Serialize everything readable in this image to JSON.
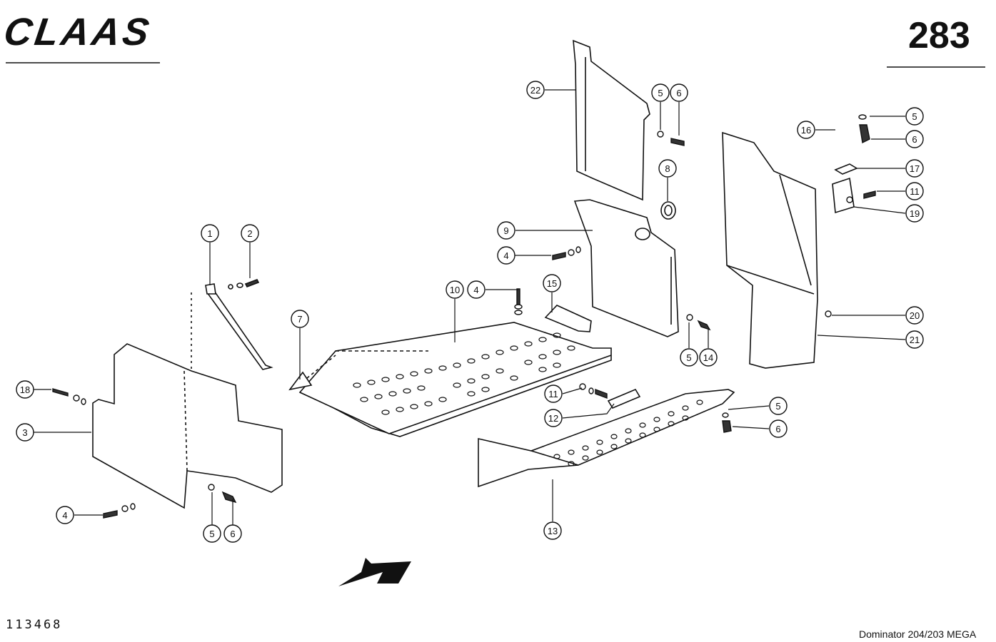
{
  "header": {
    "brand": "CLAAS",
    "page_number": "283"
  },
  "footer": {
    "drawing_number": "113468",
    "model": "Dominator 204/203 MEGA"
  },
  "callouts": [
    {
      "id": "c1",
      "label": "1"
    },
    {
      "id": "c2",
      "label": "2"
    },
    {
      "id": "c3",
      "label": "3"
    },
    {
      "id": "c4a",
      "label": "4"
    },
    {
      "id": "c4b",
      "label": "4"
    },
    {
      "id": "c4c",
      "label": "4"
    },
    {
      "id": "c5a",
      "label": "5"
    },
    {
      "id": "c5b",
      "label": "5"
    },
    {
      "id": "c5c",
      "label": "5"
    },
    {
      "id": "c5d",
      "label": "5"
    },
    {
      "id": "c5e",
      "label": "5"
    },
    {
      "id": "c6a",
      "label": "6"
    },
    {
      "id": "c6b",
      "label": "6"
    },
    {
      "id": "c6c",
      "label": "6"
    },
    {
      "id": "c6d",
      "label": "6"
    },
    {
      "id": "c7",
      "label": "7"
    },
    {
      "id": "c8",
      "label": "8"
    },
    {
      "id": "c9",
      "label": "9"
    },
    {
      "id": "c10",
      "label": "10"
    },
    {
      "id": "c11a",
      "label": "11"
    },
    {
      "id": "c11b",
      "label": "11"
    },
    {
      "id": "c12",
      "label": "12"
    },
    {
      "id": "c13",
      "label": "13"
    },
    {
      "id": "c14",
      "label": "14"
    },
    {
      "id": "c15",
      "label": "15"
    },
    {
      "id": "c16",
      "label": "16"
    },
    {
      "id": "c17",
      "label": "17"
    },
    {
      "id": "c18",
      "label": "18"
    },
    {
      "id": "c19",
      "label": "19"
    },
    {
      "id": "c20",
      "label": "20"
    },
    {
      "id": "c21",
      "label": "21"
    },
    {
      "id": "c22",
      "label": "22"
    }
  ]
}
